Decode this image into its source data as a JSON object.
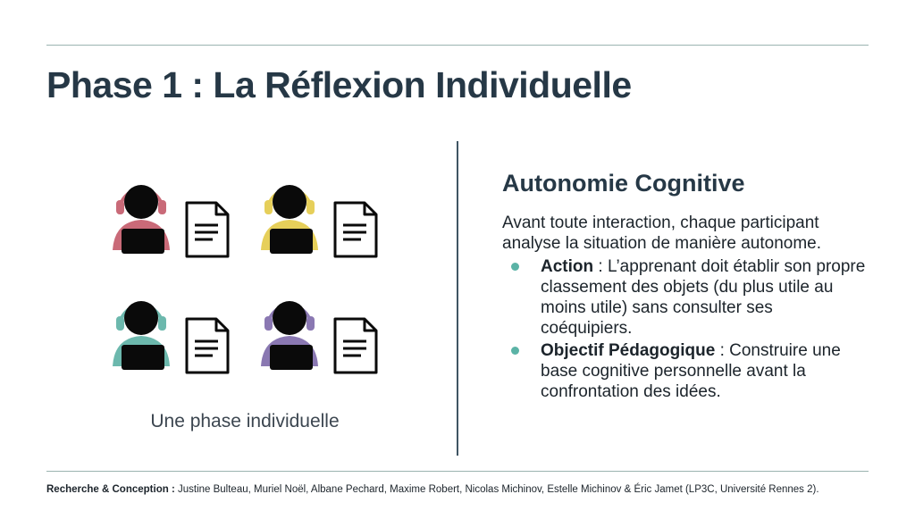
{
  "slide": {
    "title": "Phase 1 : La Réflexion Individuelle",
    "caption": "Une phase individuelle",
    "subtitle": "Autonomie Cognitive",
    "intro": "Avant toute interaction, chaque participant analyse la situation de manière autonome.",
    "bullets": [
      {
        "label": "Action",
        "text": " : L’apprenant doit établir son propre classement des objets (du plus utile au moins utile) sans consulter ses coéquipiers."
      },
      {
        "label": "Objectif Pédagogique",
        "text": " : Construire une base cognitive personnelle avant la confrontation des idées."
      }
    ],
    "credits": {
      "label": "Recherche & Conception :",
      "text": " Justine Bulteau, Muriel Noël, Albane Pechard, Maxime Robert, Nicolas Michinov, Estelle Michinov & Éric Jamet (LP3C, Université Rennes 2)."
    }
  },
  "colors": {
    "accent_teal": "#5bb3a6",
    "person_pink": "#c96a78",
    "person_yellow": "#e6cf5a",
    "person_teal": "#6cb8ad",
    "person_purple": "#8a78b2"
  },
  "icons": [
    "person-headset-icon",
    "document-icon"
  ]
}
